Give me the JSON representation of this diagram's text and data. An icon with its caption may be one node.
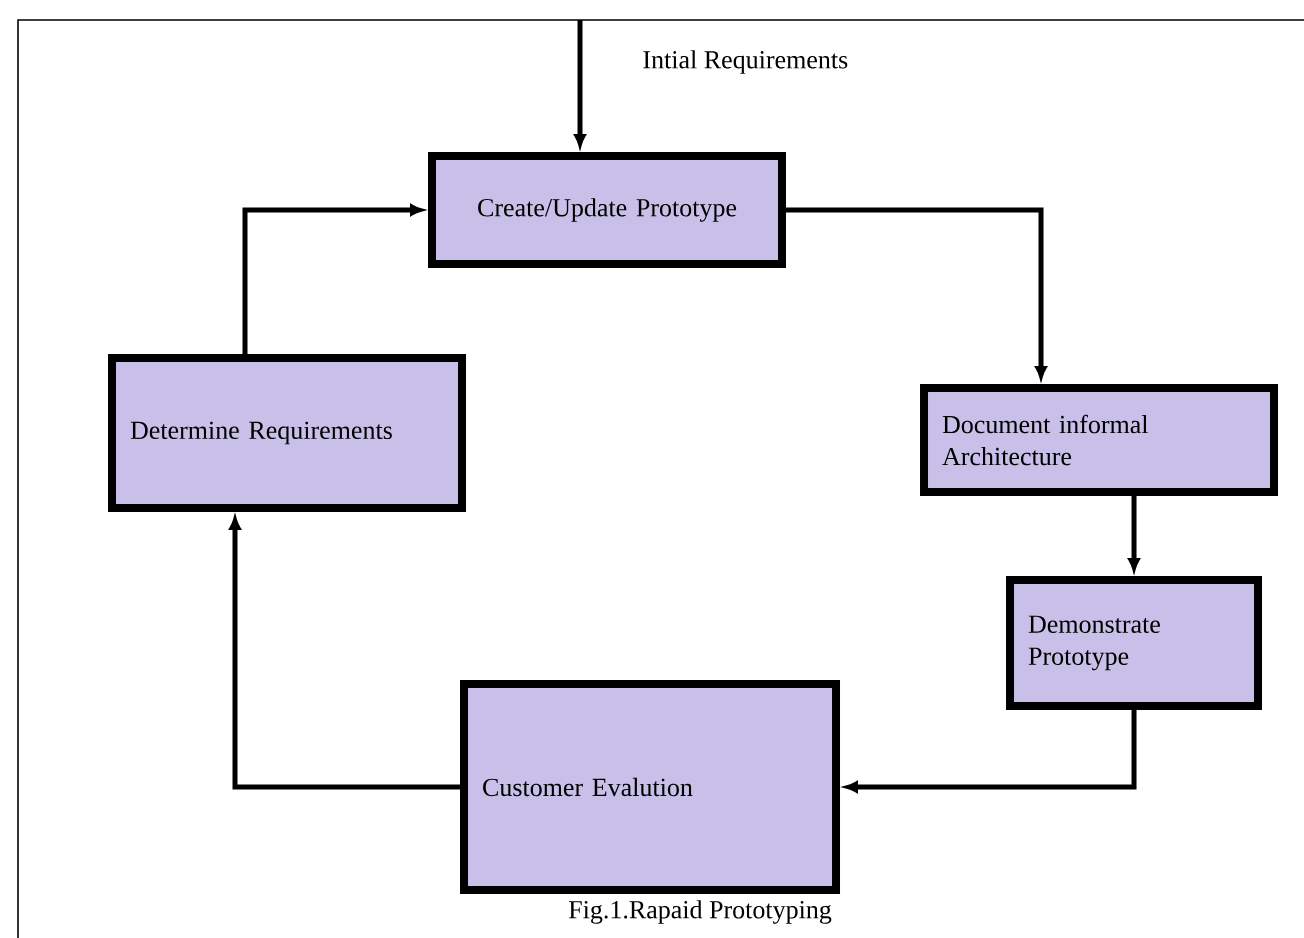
{
  "diagram": {
    "caption": "Fig.1.Rapaid  Prototyping",
    "nodes": [
      {
        "text": [
          "Create/Update Prototype"
        ]
      },
      {
        "text": [
          "Document informal Architecture"
        ]
      },
      {
        "text": [
          "Demonstrate Prototype"
        ]
      },
      {
        "text": [
          "Customer Evalution"
        ]
      },
      {
        "text": [
          "Determine Requirements"
        ]
      }
    ],
    "edges": [
      {
        "from": null,
        "to": 0,
        "arrow": "to",
        "label": "Intial Requirements"
      },
      {
        "from": 0,
        "to": 1,
        "arrow": "to"
      },
      {
        "from": 1,
        "to": 2,
        "arrow": "to"
      },
      {
        "from": 2,
        "to": 3,
        "arrow": "to"
      },
      {
        "from": 3,
        "to": 4,
        "arrow": "to"
      },
      {
        "from": 4,
        "to": 0,
        "arrow": "to"
      }
    ]
  }
}
